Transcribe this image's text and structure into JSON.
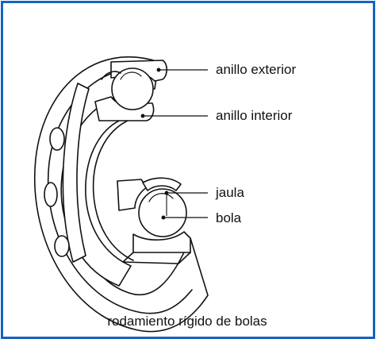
{
  "labels": {
    "outer_ring": "anillo exterior",
    "inner_ring": "anillo interior",
    "cage": "jaula",
    "ball": "bola"
  },
  "caption": "rodamiento rígido de bolas",
  "colors": {
    "frame": "#1565c0",
    "stroke": "#111111",
    "fill": "#ffffff"
  }
}
